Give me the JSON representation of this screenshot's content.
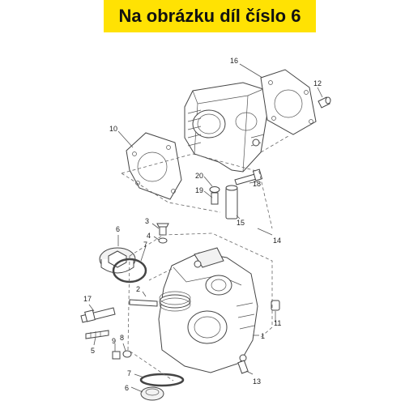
{
  "banner": {
    "text": "Na obrázku díl číslo 6",
    "background": "#ffe203"
  },
  "diagram": {
    "callouts": [
      "16",
      "12",
      "10",
      "20",
      "19",
      "18",
      "15",
      "14",
      "3",
      "4",
      "6",
      "7",
      "2",
      "17",
      "11",
      "1",
      "5",
      "9",
      "8",
      "13"
    ],
    "callout_bottom_7": "7",
    "callout_bottom_6": "6"
  }
}
